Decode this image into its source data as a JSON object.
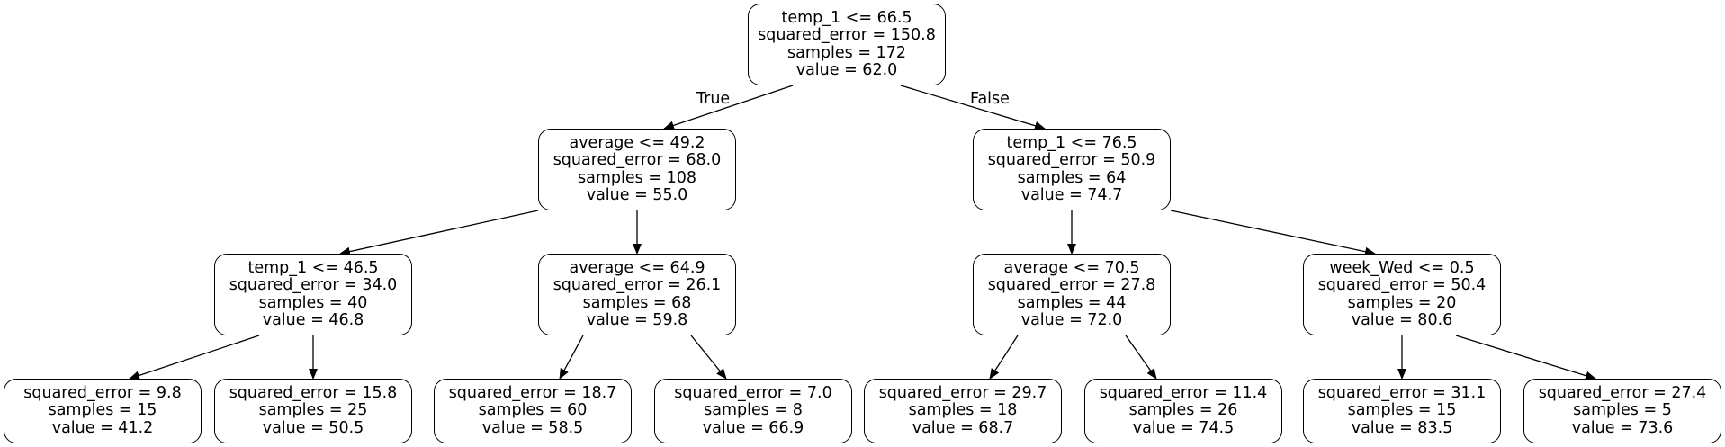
{
  "nodes": [
    {
      "id": 0,
      "lines": [
        "temp_1 <= 66.5",
        "squared_error = 150.8",
        "samples = 172",
        "value = 62.0"
      ]
    },
    {
      "id": 1,
      "lines": [
        "average <= 49.2",
        "squared_error = 68.0",
        "samples = 108",
        "value = 55.0"
      ]
    },
    {
      "id": 2,
      "lines": [
        "temp_1 <= 76.5",
        "squared_error = 50.9",
        "samples = 64",
        "value = 74.7"
      ]
    },
    {
      "id": 3,
      "lines": [
        "temp_1 <= 46.5",
        "squared_error = 34.0",
        "samples = 40",
        "value = 46.8"
      ]
    },
    {
      "id": 4,
      "lines": [
        "average <= 64.9",
        "squared_error = 26.1",
        "samples = 68",
        "value = 59.8"
      ]
    },
    {
      "id": 5,
      "lines": [
        "average <= 70.5",
        "squared_error = 27.8",
        "samples = 44",
        "value = 72.0"
      ]
    },
    {
      "id": 6,
      "lines": [
        "week_Wed <= 0.5",
        "squared_error = 50.4",
        "samples = 20",
        "value = 80.6"
      ]
    },
    {
      "id": 7,
      "lines": [
        "squared_error = 9.8",
        "samples = 15",
        "value = 41.2"
      ]
    },
    {
      "id": 8,
      "lines": [
        "squared_error = 15.8",
        "samples = 25",
        "value = 50.5"
      ]
    },
    {
      "id": 9,
      "lines": [
        "squared_error = 18.7",
        "samples = 60",
        "value = 58.5"
      ]
    },
    {
      "id": 10,
      "lines": [
        "squared_error = 7.0",
        "samples = 8",
        "value = 66.9"
      ]
    },
    {
      "id": 11,
      "lines": [
        "squared_error = 29.7",
        "samples = 18",
        "value = 68.7"
      ]
    },
    {
      "id": 12,
      "lines": [
        "squared_error = 11.4",
        "samples = 26",
        "value = 74.5"
      ]
    },
    {
      "id": 13,
      "lines": [
        "squared_error = 31.1",
        "samples = 15",
        "value = 83.5"
      ]
    },
    {
      "id": 14,
      "lines": [
        "squared_error = 27.4",
        "samples = 5",
        "value = 73.6"
      ]
    }
  ],
  "edges": [
    {
      "from": 0,
      "to": 1
    },
    {
      "from": 0,
      "to": 2
    },
    {
      "from": 1,
      "to": 3
    },
    {
      "from": 1,
      "to": 4
    },
    {
      "from": 2,
      "to": 5
    },
    {
      "from": 2,
      "to": 6
    },
    {
      "from": 3,
      "to": 7
    },
    {
      "from": 3,
      "to": 8
    },
    {
      "from": 4,
      "to": 9
    },
    {
      "from": 4,
      "to": 10
    },
    {
      "from": 5,
      "to": 11
    },
    {
      "from": 5,
      "to": 12
    },
    {
      "from": 6,
      "to": 13
    },
    {
      "from": 6,
      "to": 14
    }
  ],
  "edge_labels": {
    "true": "True",
    "false": "False"
  }
}
